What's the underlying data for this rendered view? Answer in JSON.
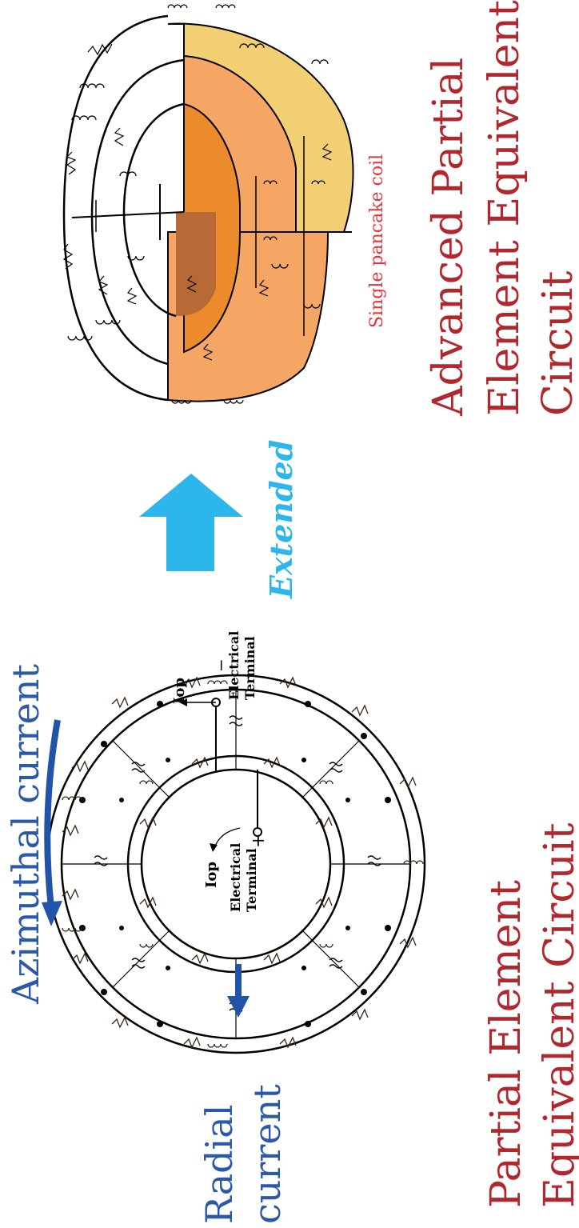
{
  "labels": {
    "azimuthal_current": "Azimuthal current",
    "radial_current_1": "Radial",
    "radial_current_2": "current",
    "iop_outer": "Iop",
    "iop_inner": "Iop",
    "terminal_outer_1": "Electrical",
    "terminal_outer_2": "Terminal",
    "terminal_inner_1": "Electrical",
    "terminal_inner_2": "Terminal",
    "minus_sign": "−",
    "plus_sign": "+",
    "extended": "Extended",
    "single_pancake": "Single pancake coil",
    "peec_title_1": "Partial Element",
    "peec_title_2": "Equivalent Circuit",
    "apeec_title_1": "Advanced Partial",
    "apeec_title_2": "Element Equivalent",
    "apeec_title_3": "Circuit"
  },
  "colors": {
    "current_arrow": "#2154a8",
    "current_text": "#2b59a8",
    "title_red": "#b0272d",
    "extended_cyan": "#2cb6ec",
    "coil_yellow": "#f3cf73",
    "coil_light_orange": "#f6a664",
    "coil_orange": "#ec8b2c",
    "coil_brown": "#b76a36",
    "circuit_brown": "#3a2418"
  },
  "icons": {
    "extended_arrow": "up-arrow-icon"
  }
}
